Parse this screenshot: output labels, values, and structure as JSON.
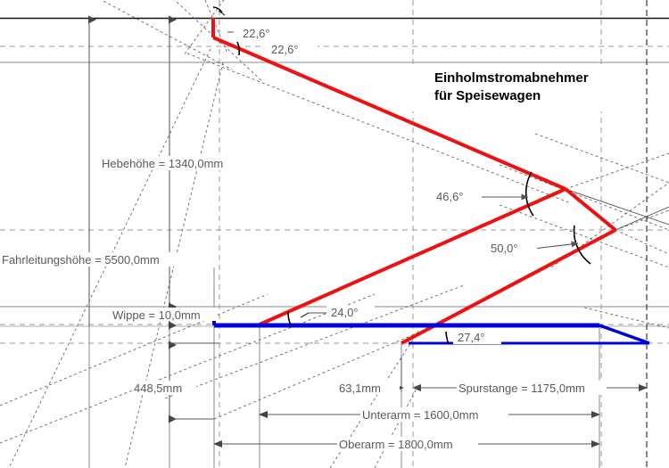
{
  "drawing": {
    "title_line1": "Einholmstromabnehmer",
    "title_line2": "für Speisewagen",
    "colors": {
      "arm": "#ee1111",
      "pan": "#0000dd",
      "dimension": "#5a5a5a",
      "construction": "#777777",
      "angle_arc": "#000000",
      "grid": "#9a9a9a",
      "background": "#ffffff"
    }
  },
  "angles": {
    "upper_stem": "22,6°",
    "upper_arm": "22,6°",
    "elbow_upper": "46,6°",
    "elbow_lower": "50,0°",
    "lower_arm": "24,0°",
    "tie_rod": "27,4°"
  },
  "dimensions": {
    "hebehoehe": "Hebehöhe = 1340,0mm",
    "fahrleitungshoehe": "Fahrleitungshöhe = 5500,0mm",
    "wippe": "Wippe = 10,0mm",
    "offset_vertical": "448,5mm",
    "offset_horizontal": "63,1mm",
    "spurstange": "Spurstange = 1175,0mm",
    "unterarm": "Unterarm = 1600,0mm",
    "oberarm": "Oberarm = 1800,0mm"
  }
}
